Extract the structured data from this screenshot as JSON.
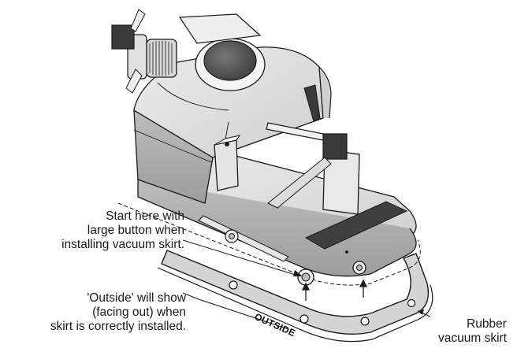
{
  "callouts": {
    "start": {
      "lines": [
        "Start here with",
        "large button when",
        "installing vacuum skirt."
      ]
    },
    "outside": {
      "lines": [
        "'Outside' will show",
        "(facing out) when",
        "skirt is correctly installed."
      ]
    },
    "skirt": {
      "lines": [
        "Rubber",
        "vacuum skirt"
      ]
    }
  },
  "skirt_marking": "OUTSIDE",
  "colors": {
    "ink": "#1a1a1a",
    "body_light": "#e2e2e2",
    "body_mid": "#c9c9c9",
    "body_dark": "#a9a9a9",
    "skirt": "#d0d0d0",
    "knob_dark": "#3a3a3a"
  }
}
